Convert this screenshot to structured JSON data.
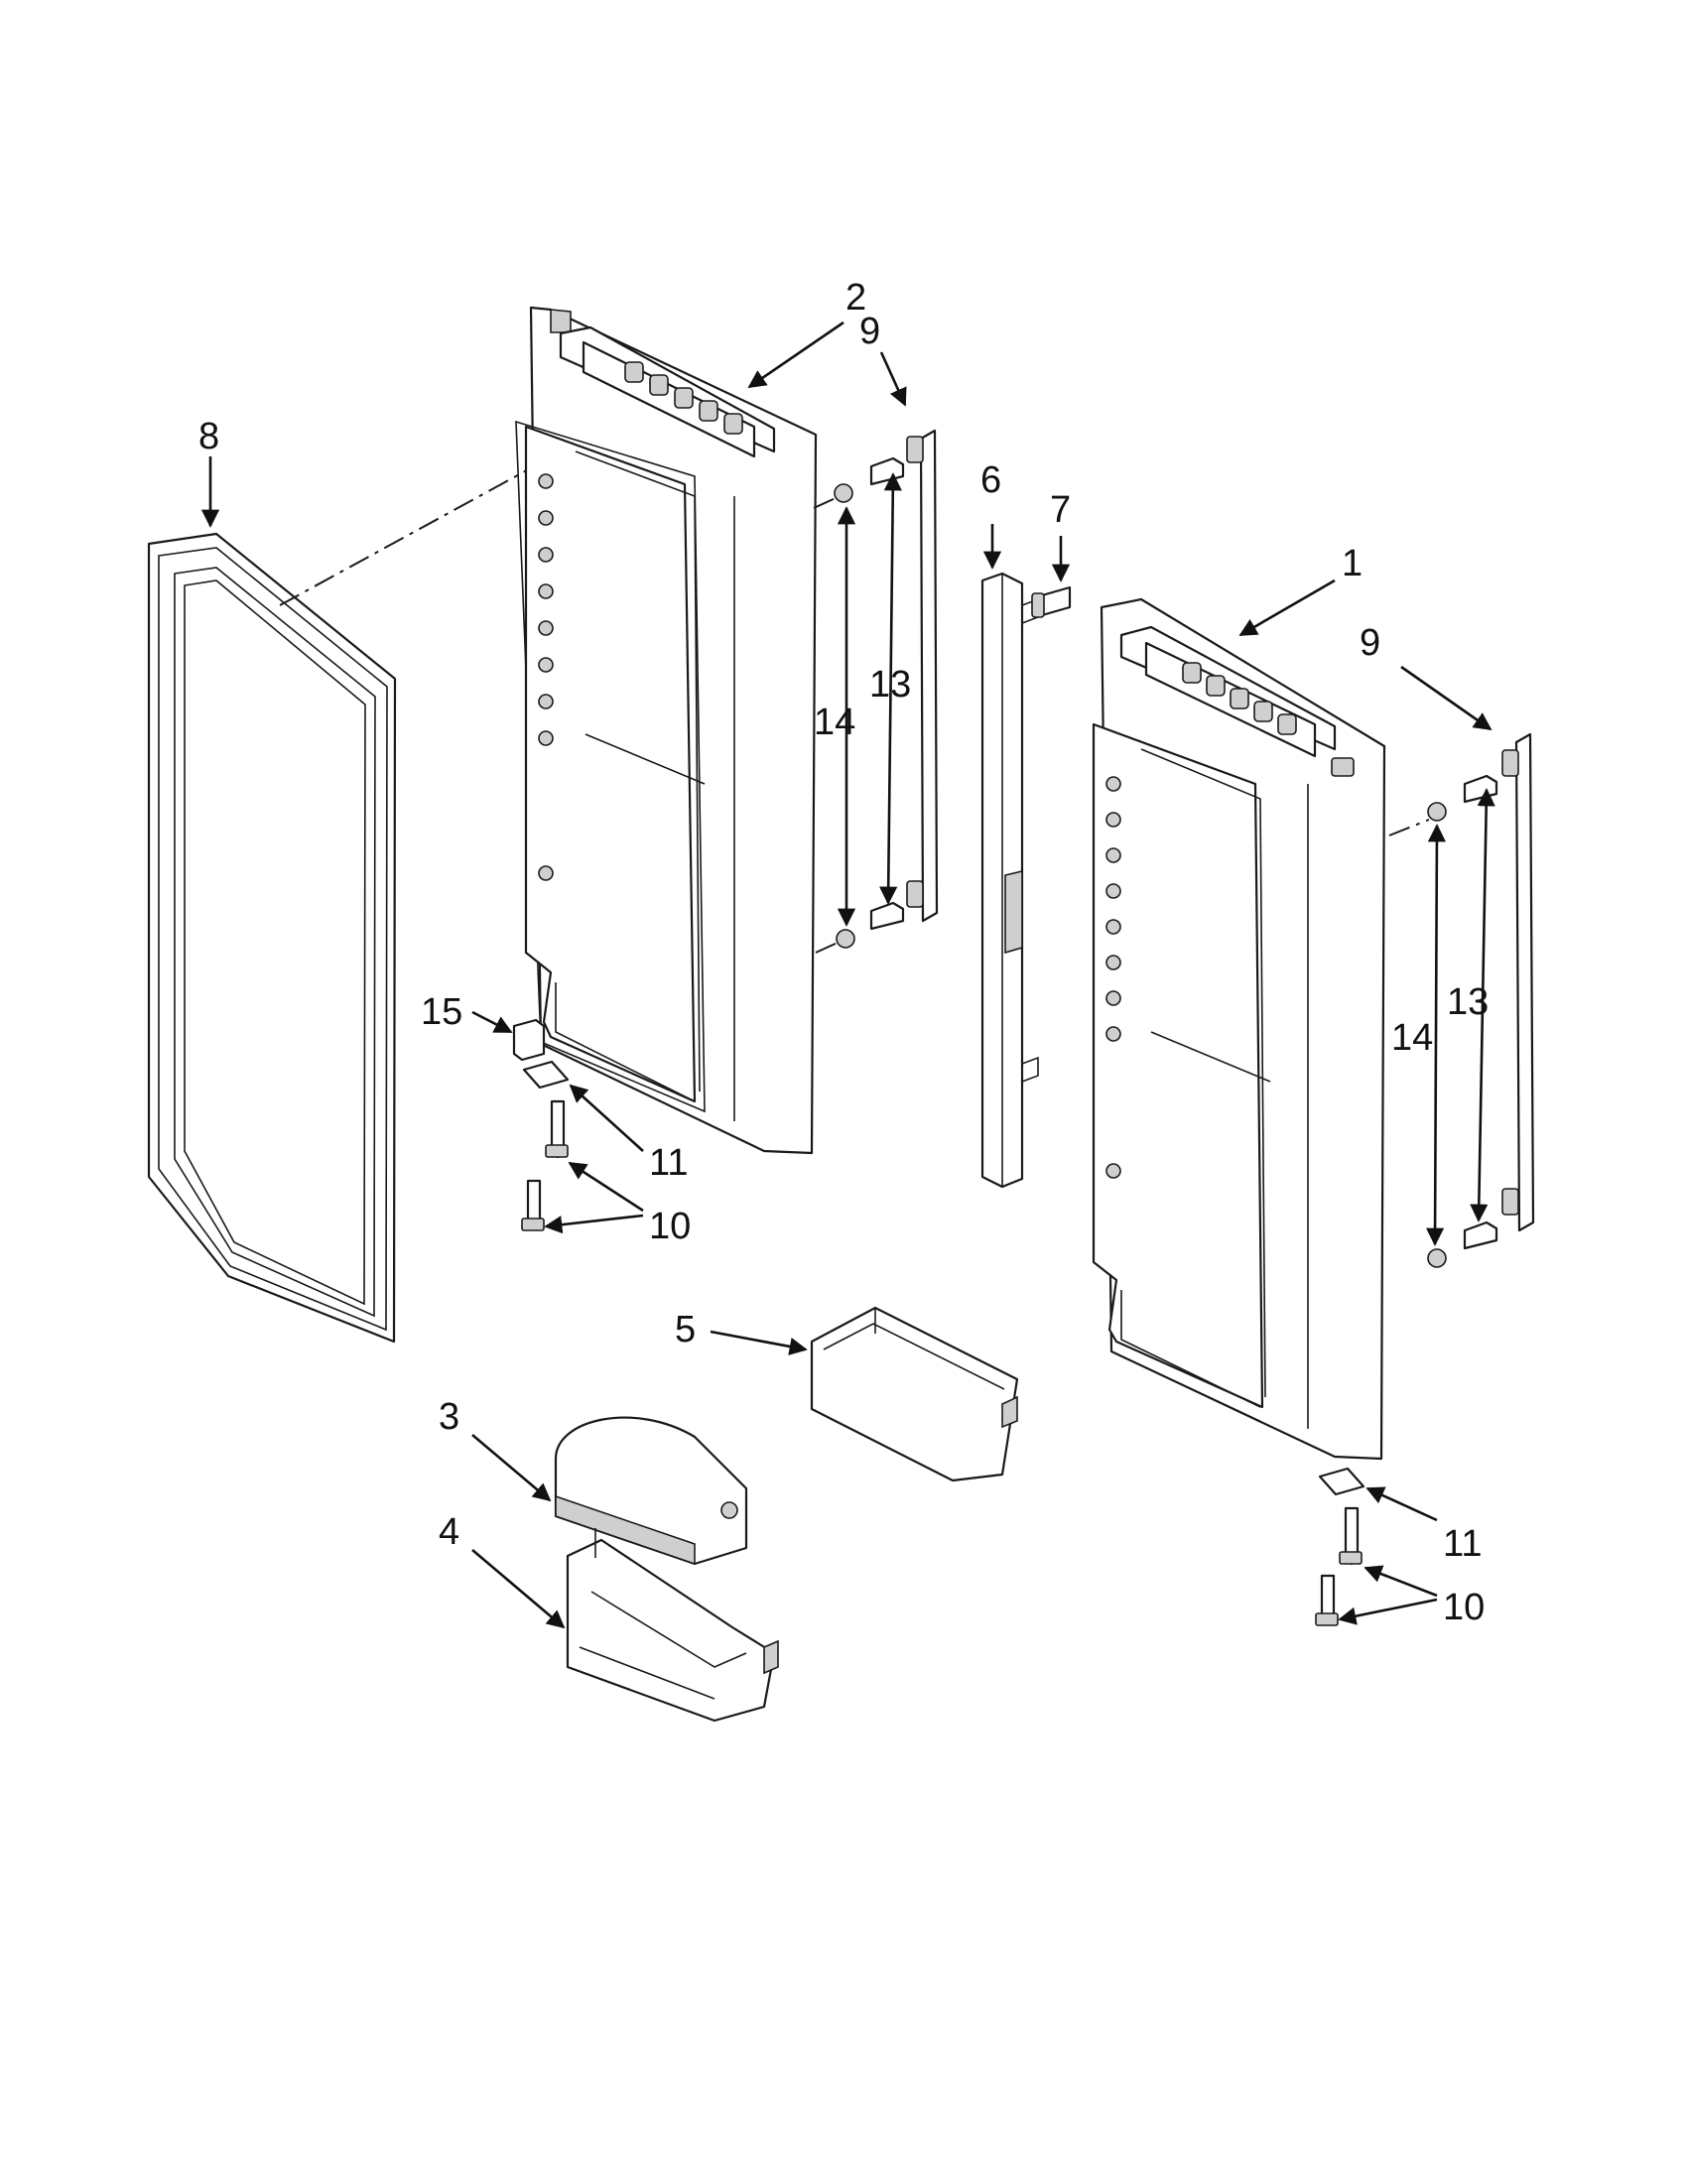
{
  "callouts": {
    "c1": "1",
    "c2": "2",
    "c3": "3",
    "c4": "4",
    "c5": "5",
    "c6": "6",
    "c7": "7",
    "c8": "8",
    "c9a": "9",
    "c9b": "9",
    "c10a": "10",
    "c10b": "10",
    "c11a": "11",
    "c11b": "11",
    "c13a": "13",
    "c13b": "13",
    "c14a": "14",
    "c14b": "14",
    "c15": "15"
  },
  "colors": {
    "line": "#1a1a1a",
    "background": "#ffffff",
    "shade": "#cfcfcf"
  }
}
